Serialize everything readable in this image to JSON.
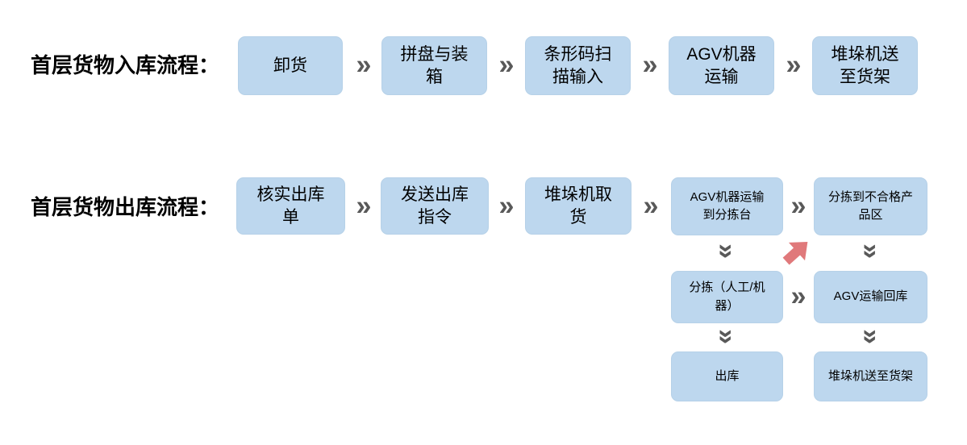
{
  "colors": {
    "background": "#FFFFFF",
    "box_fill": "#BDD7EE",
    "box_border": "#B6D1E8",
    "chevron_gray": "#595959",
    "return_arrow_red": "#E0797B",
    "text_black": "#000000"
  },
  "icons": {
    "chevron_right": "»",
    "chevron_down": "»",
    "return_arrow": "block arrow pointing up-right"
  },
  "inbound_flow": {
    "label": "首层货物入库流程：",
    "steps": [
      "卸货",
      "拼盘与装箱",
      "条形码扫描输入",
      "AGV机器运输",
      "堆垛机送至货架"
    ]
  },
  "outbound_flow": {
    "label": "首层货物出库流程：",
    "main_steps": [
      "核实出库单",
      "发送出库指令",
      "堆垛机取货",
      "AGV机器运输到分拣台",
      "分拣到不合格产品区"
    ],
    "sorting_branch_steps": [
      "分拣（人工/机器）",
      "出库"
    ],
    "reject_return_branch_steps": [
      "AGV运输回库",
      "堆垛机送至货架"
    ]
  }
}
